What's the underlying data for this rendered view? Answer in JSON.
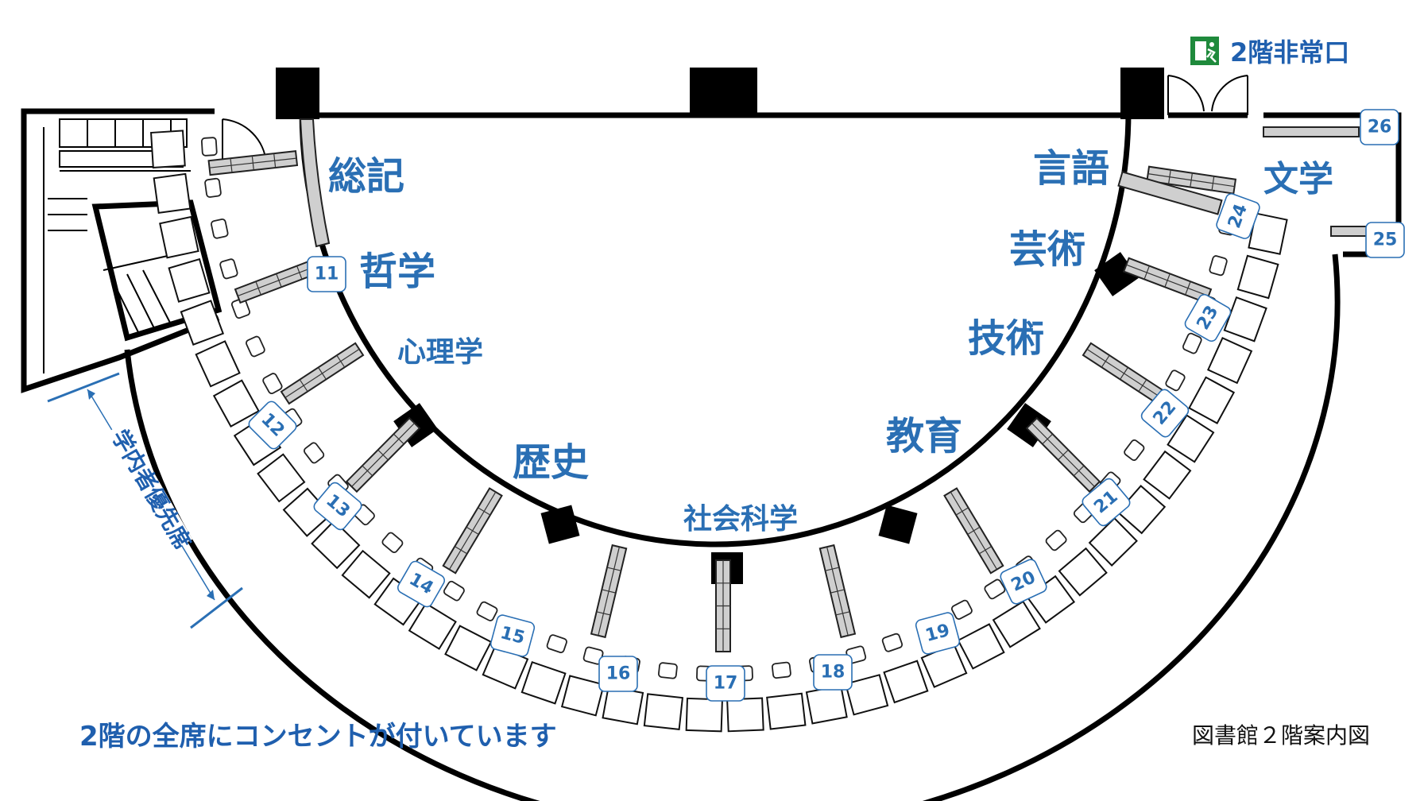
{
  "exit": {
    "label": "2階非常口",
    "icon": "emergency-exit-icon",
    "color": "#1f8a3c"
  },
  "notice": "2階の全席にコンセントが付いています",
  "map_title": "図書館２階案内図",
  "priority_zone": "学内者優先席",
  "accent_color": "#2a6fb4",
  "categories": [
    "総記",
    "哲学",
    "心理学",
    "歴史",
    "社会科学",
    "教育",
    "技術",
    "芸術",
    "言語",
    "文学"
  ],
  "shelves": [
    "11",
    "12",
    "13",
    "14",
    "15",
    "16",
    "17",
    "18",
    "19",
    "20",
    "21",
    "22",
    "23",
    "24",
    "25",
    "26"
  ]
}
